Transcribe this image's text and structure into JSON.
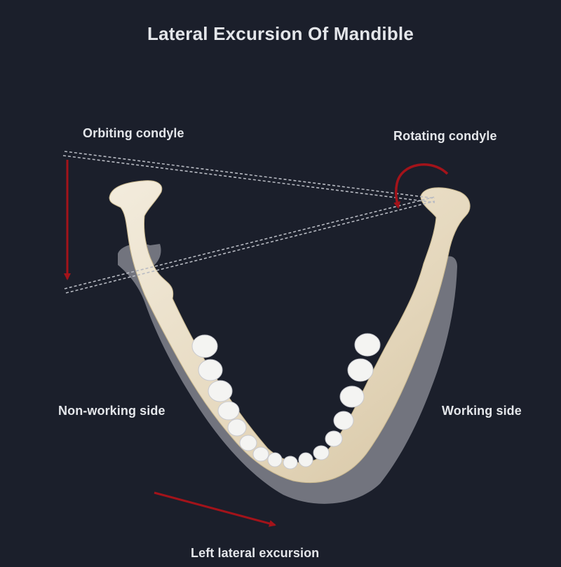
{
  "title": "Lateral Excursion Of Mandible",
  "labels": {
    "orbiting_condyle": "Orbiting condyle",
    "rotating_condyle": "Rotating condyle",
    "non_working_side": "Non-working side",
    "working_side": "Working side",
    "movement": "Left lateral excursion"
  },
  "colors": {
    "background": "#1b1f2b",
    "text": "#e4e6ea",
    "arrow": "#a3131a",
    "bone": "#ebe1cc",
    "ghost": "#8a8d96"
  }
}
